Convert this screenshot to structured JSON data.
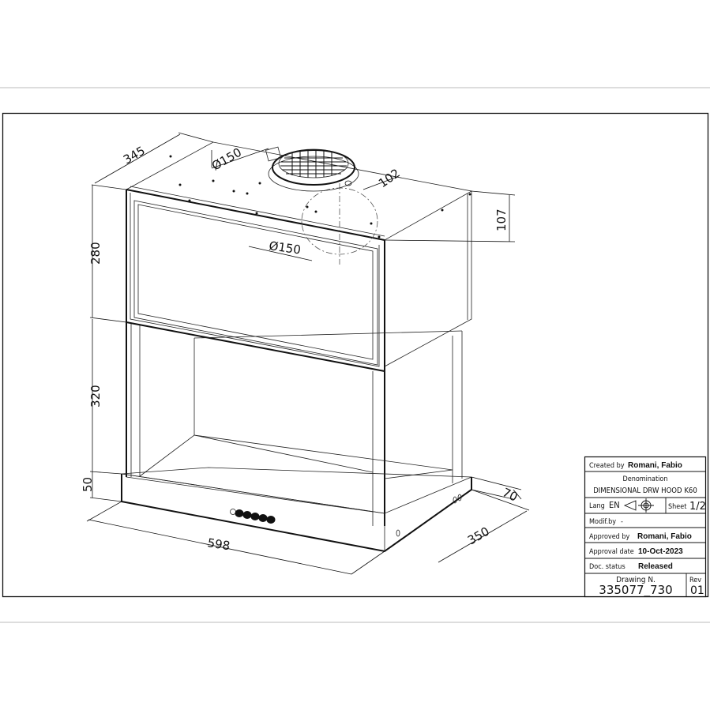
{
  "dimensions": {
    "depth_top": "345",
    "duct_top": "Ø150",
    "duct_offset": "102",
    "duct_height": "107",
    "upper_height": "280",
    "duct_front": "Ø150",
    "mid_height": "320",
    "base_height": "50",
    "base_offset": "70",
    "width": "598",
    "depth_bottom": "350"
  },
  "title_block": {
    "created_by_label": "Created by",
    "created_by_value": "Romani, Fabio",
    "denomination_label": "Denomination",
    "denomination_value": "DIMENSIONAL DRW HOOD K60",
    "lang_label": "Lang",
    "lang_value": "EN",
    "sheet_label": "Sheet",
    "sheet_value": "1/2",
    "modif_label": "Modif.by",
    "modif_value": "-",
    "approved_label": "Approved by",
    "approved_value": "Romani, Fabio",
    "approval_date_label": "Approval date",
    "approval_date_value": "10-Oct-2023",
    "doc_status_label": "Doc. status",
    "doc_status_value": "Released",
    "drawing_label": "Drawing N.",
    "drawing_value": "335077_730",
    "rev_label": "Rev",
    "rev_value": "01"
  }
}
